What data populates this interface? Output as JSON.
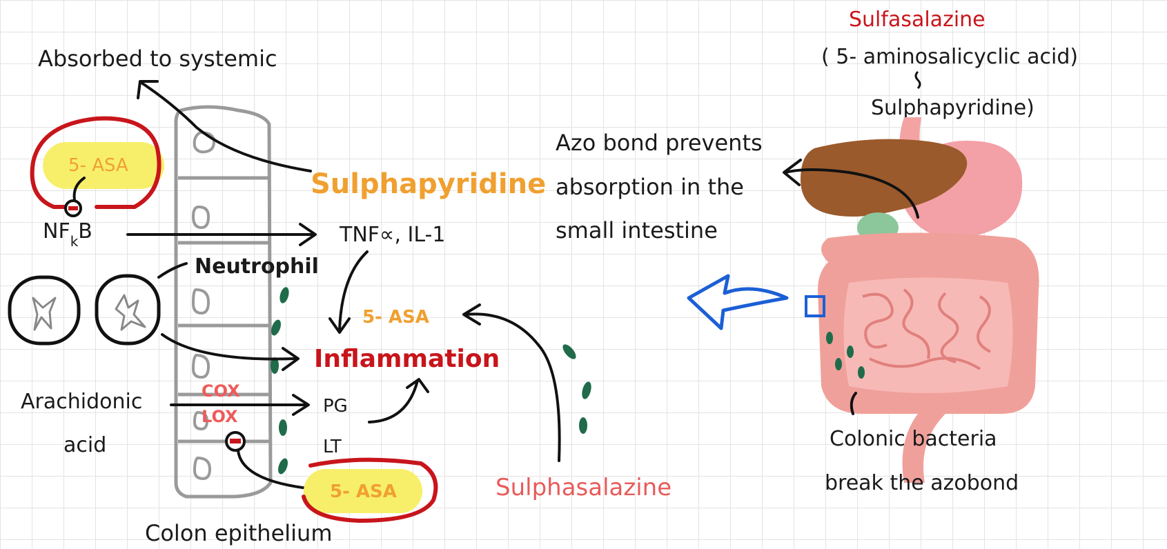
{
  "colors": {
    "ink": "#111111",
    "grid": "#e3e3e3",
    "orange": "#f0a030",
    "red": "#c8151b",
    "highlight": "#f7ef6a",
    "blue_arrow": "#1b5fd6",
    "bacteria": "#1f6b4a"
  },
  "labels": {
    "absorbed": "Absorbed to systemic",
    "sulphapyridine_center": "Sulphapyridine",
    "nfkb_main": "NF",
    "nfkb_sub": "k",
    "nfkb_end": "B",
    "tnf": "TNF∝, IL-1",
    "neutrophil": "Neutrophil",
    "s_asa_top": "5- ASA",
    "s_asa_center": "5- ASA",
    "s_asa_bottom": "5- ASA",
    "inflammation": "Inflammation",
    "cox": "COX",
    "lox": "LOX",
    "arachidonic_1": "Arachidonic",
    "arachidonic_2": "acid",
    "pg": "PG",
    "lt": "LT",
    "colon_epithelium": "Colon epithelium",
    "sulphasalazine": "Sulphasalazine",
    "title": "Sulfasalazine",
    "formula_1": "( 5- aminosalicyclic acid)",
    "formula_2": "Sulphapyridine)",
    "azo_1": "Azo bond  prevents",
    "azo_2": "absorption in the",
    "azo_3": "small intestine",
    "colonic_1": "Colonic  bacteria",
    "colonic_2": "break  the  azobond"
  },
  "icons": [
    "colon-epithelium-icon",
    "neutrophil-icon",
    "digestive-system-icon",
    "bacteria-icon",
    "blue-arrow-icon",
    "inhibition-symbol-icon"
  ]
}
